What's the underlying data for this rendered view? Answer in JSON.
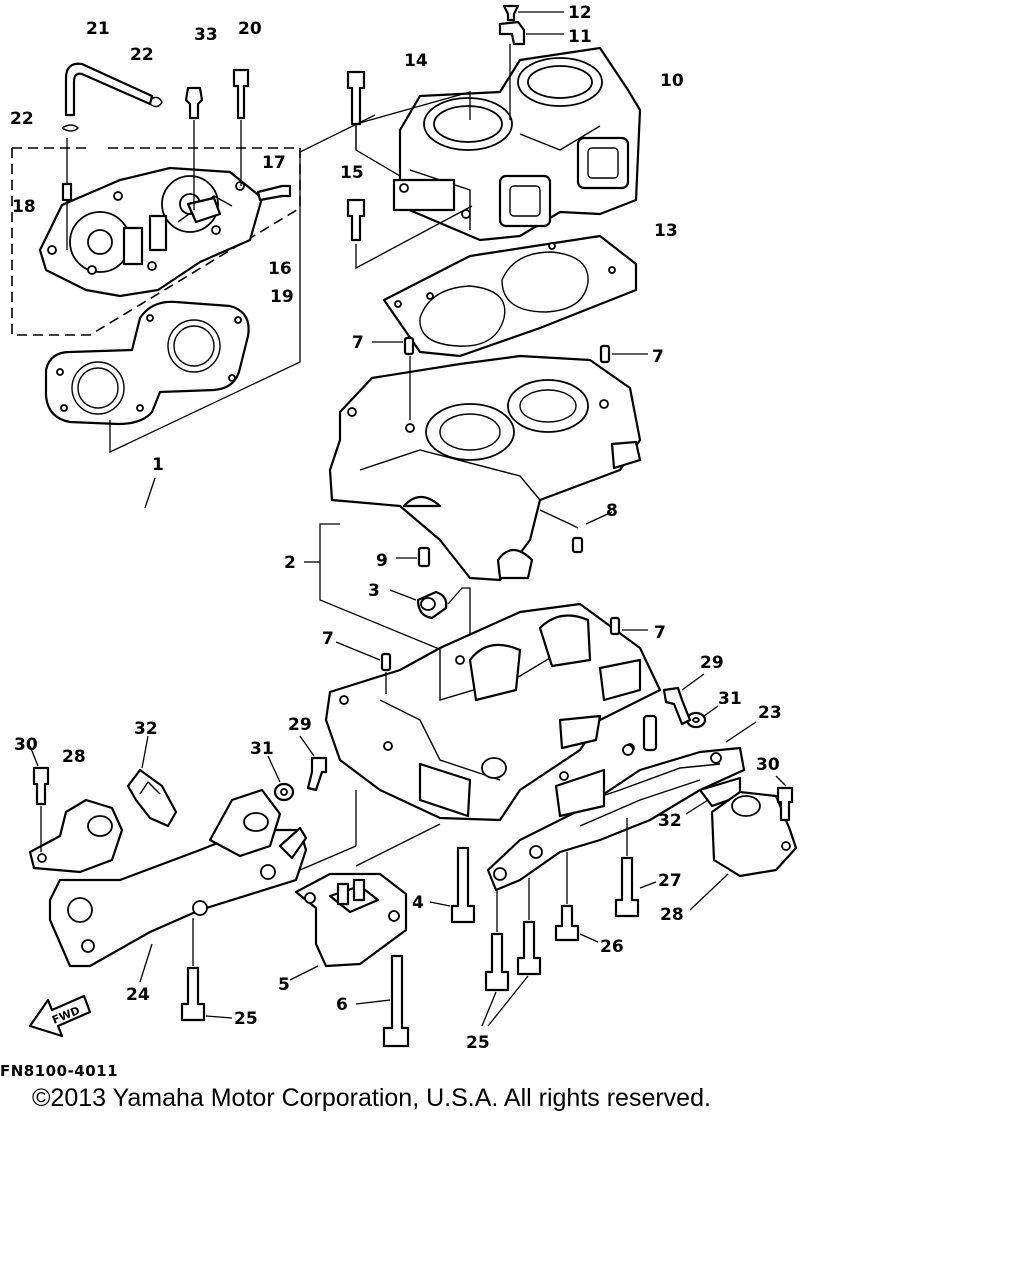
{
  "figure_code": "FN8100-4011",
  "copyright": "©2013 Yamaha Motor Corporation, U.S.A. All rights reserved.",
  "fwd_label": "FWD",
  "callouts": [
    "1",
    "2",
    "3",
    "4",
    "5",
    "6",
    "7",
    "7",
    "7",
    "7",
    "8",
    "9",
    "10",
    "11",
    "12",
    "13",
    "14",
    "15",
    "16",
    "17",
    "18",
    "19",
    "20",
    "21",
    "22",
    "22",
    "23",
    "24",
    "25",
    "25",
    "26",
    "27",
    "28",
    "28",
    "29",
    "29",
    "30",
    "30",
    "31",
    "31",
    "32",
    "32",
    "33"
  ]
}
